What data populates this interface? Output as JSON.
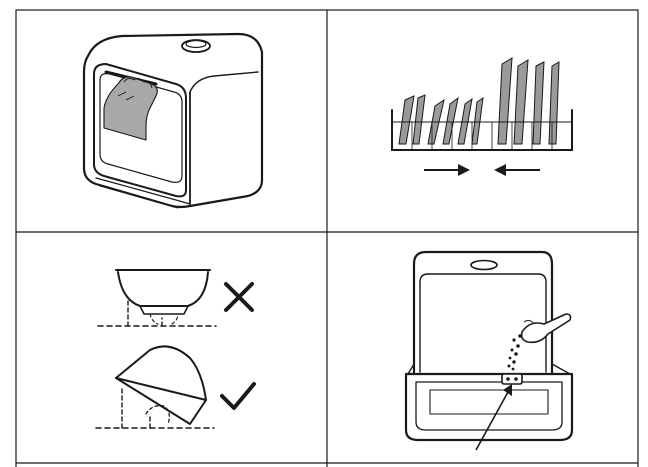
{
  "document": {
    "panels": [
      {
        "id": "open-door",
        "icon": "hand-opening-door-icon"
      },
      {
        "id": "arrange-dishes",
        "icon": "dish-rack-icon"
      },
      {
        "id": "bowl-placement",
        "icon": "bowl-orientation-icon"
      },
      {
        "id": "add-detergent",
        "icon": "detergent-dispenser-icon"
      }
    ],
    "symbols": {
      "wrong": "cross-icon",
      "right": "check-icon"
    },
    "colors": {
      "line": "#1a1a1a",
      "shading": "#9a9a9a",
      "background": "#ffffff"
    }
  }
}
